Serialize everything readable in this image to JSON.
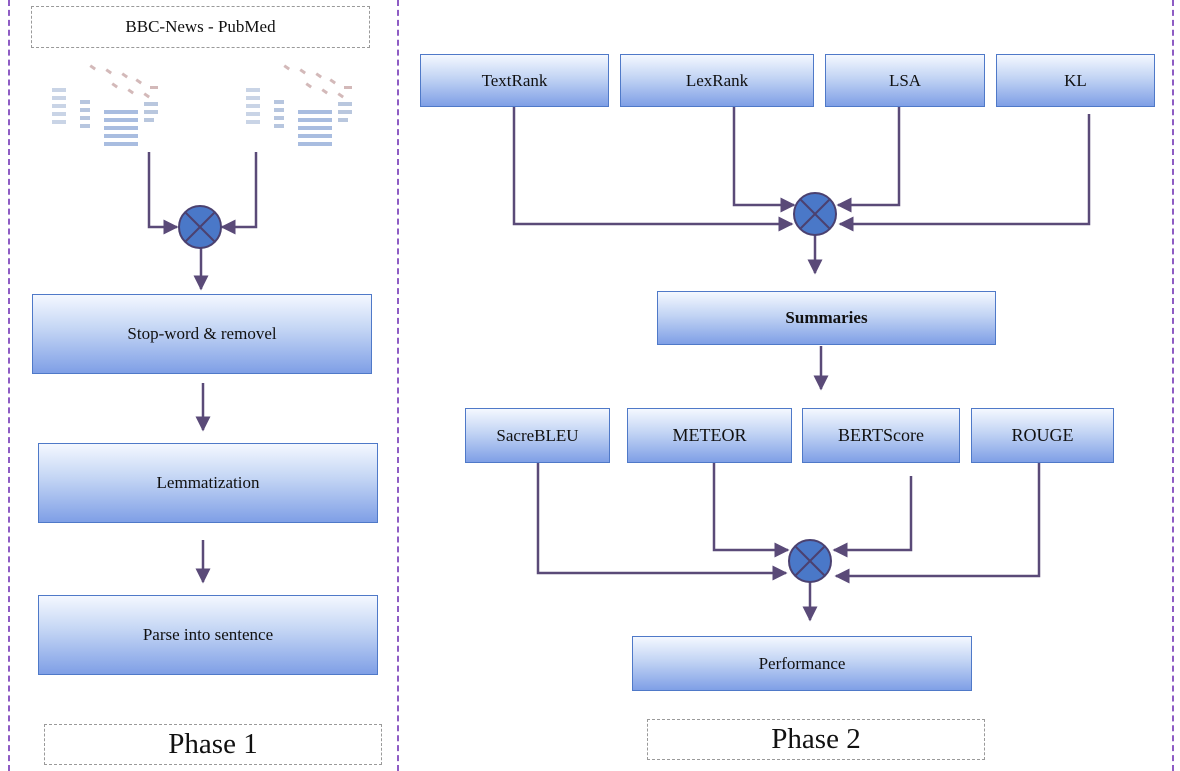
{
  "sources": {
    "label": "BBC-News - PubMed"
  },
  "phase1": {
    "steps": [
      "Stop-word & removel",
      "Lemmatization",
      "Parse into sentence"
    ],
    "label": "Phase 1"
  },
  "phase2": {
    "algorithms": [
      "TextRank",
      "LexRank",
      "LSA",
      "KL"
    ],
    "summaries": "Summaries",
    "metrics": [
      "SacreBLEU",
      "METEOR",
      "BERTScore",
      "ROUGE"
    ],
    "performance": "Performance",
    "label": "Phase 2"
  },
  "colors": {
    "box_border": "#4f79c8",
    "box_gradient_top": "#f4f8ff",
    "box_gradient_bottom": "#7f9fe6",
    "arrow": "#5a4a78",
    "combiner_fill": "#4a78c8",
    "divider": "#8e5cc4"
  },
  "icons": [
    "document-stack-icon",
    "combiner-icon"
  ]
}
